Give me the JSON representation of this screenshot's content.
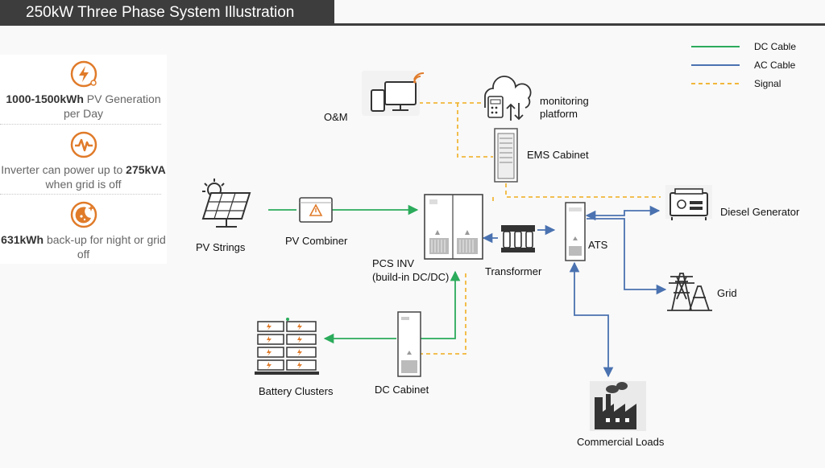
{
  "header": {
    "title": "250kW Three Phase System Illustration"
  },
  "stats": [
    {
      "icon": "lightning-bolt-icon",
      "bold": "1000-1500kWh",
      "rest": " PV Generation per Day"
    },
    {
      "icon": "pulse-wave-icon",
      "pre": "Inverter can power up to ",
      "bold": "275kVA",
      "rest": " when grid is off"
    },
    {
      "icon": "moon-battery-icon",
      "bold": "631kWh",
      "rest": " back-up for night or grid off"
    }
  ],
  "legend": {
    "dc": "DC Cable",
    "ac": "AC Cable",
    "signal": "Signal",
    "colors": {
      "dc": "#2bab5b",
      "ac": "#4a72b0",
      "signal": "#f1b73a"
    }
  },
  "nodes": {
    "om": "O&M",
    "monitoring_1": "monitoring",
    "monitoring_2": "platform",
    "ems": "EMS Cabinet",
    "diesel": "Diesel Generator",
    "pv_strings": "PV Strings",
    "pv_combiner": "PV Combiner",
    "pcs_1": "PCS INV",
    "pcs_2": "(build-in DC/DC)",
    "transformer": "Transformer",
    "ats": "ATS",
    "grid": "Grid",
    "battery": "Battery Clusters",
    "dc_cabinet": "DC Cabinet",
    "commercial": "Commercial Loads"
  }
}
